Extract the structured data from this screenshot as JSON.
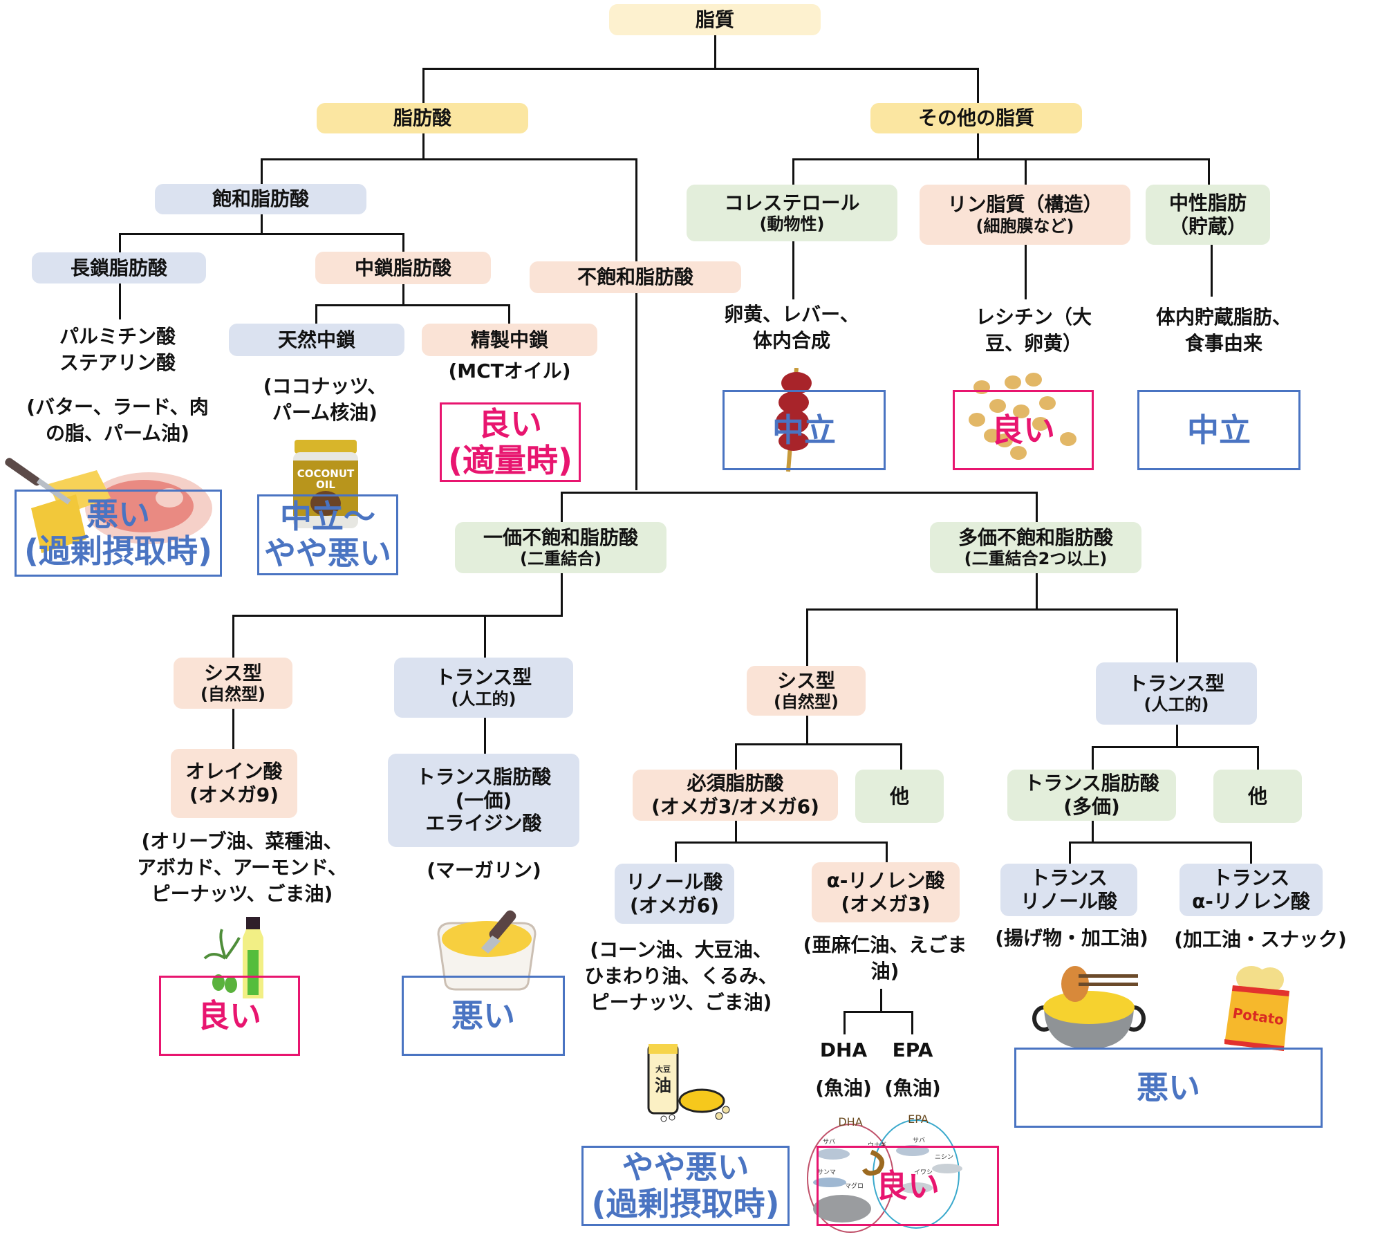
{
  "title": "脂質",
  "level1": {
    "fatty_acids": "脂肪酸",
    "other_lipids": "その他の脂質"
  },
  "saturated": {
    "label": "飽和脂肪酸",
    "long_chain": {
      "label": "長鎖脂肪酸",
      "examples": "パルミチン酸\nステアリン酸",
      "sources": "(バター、ラード、肉\nの脂、パーム油)",
      "verdict": [
        "悪い",
        "(過剰摂取時)"
      ],
      "verdict_type": "bad",
      "illustration": "butter-and-meat-icon"
    },
    "medium_chain": {
      "label": "中鎖脂肪酸",
      "natural": {
        "label": "天然中鎖",
        "sources": "(ココナッツ、\nパーム核油)",
        "verdict": [
          "中立～",
          "やや悪い"
        ],
        "verdict_type": "bad",
        "illustration": "coconut-oil-jar-icon",
        "jar_text": [
          "COCONUT",
          "OIL"
        ]
      },
      "refined": {
        "label": "精製中鎖",
        "sources": "(MCTオイル)",
        "verdict": [
          "良い",
          "(適量時)"
        ],
        "verdict_type": "good"
      }
    }
  },
  "unsaturated": {
    "label": "不飽和脂肪酸",
    "mono": {
      "label": "一価不飽和脂肪酸",
      "sub": "(二重結合)",
      "cis": {
        "label": "シス型",
        "sub": "(自然型)",
        "child": {
          "label": "オレイン酸",
          "sub": "(オメガ9)"
        },
        "sources": "(オリーブ油、菜種油、\nアボカド、アーモンド、\nピーナッツ、ごま油)",
        "verdict": [
          "良い"
        ],
        "verdict_type": "good",
        "illustration": "olive-oil-bottle-icon"
      },
      "trans": {
        "label": "トランス型",
        "sub": "(人工的)",
        "child": {
          "lines": [
            "トランス脂肪酸",
            "(一価)",
            "エライジン酸"
          ]
        },
        "sources": "(マーガリン)",
        "verdict": [
          "悪い"
        ],
        "verdict_type": "bad",
        "illustration": "margarine-tub-icon"
      }
    },
    "poly": {
      "label": "多価不飽和脂肪酸",
      "sub": "(二重結合2つ以上)",
      "cis": {
        "label": "シス型",
        "sub": "(自然型)",
        "essential": {
          "label": "必須脂肪酸",
          "sub": "(オメガ3/オメガ6)"
        },
        "other": "他",
        "linoleic": {
          "label": "リノール酸",
          "sub": "(オメガ6)",
          "sources": "(コーン油、大豆油、\nひまわり油、くるみ、\nピーナッツ、ごま油)",
          "verdict": [
            "やや悪い",
            "(過剰摂取時)"
          ],
          "verdict_type": "bad",
          "illustration": "soybean-oil-bottle-icon",
          "bottle_text": [
            "大豆",
            "油"
          ]
        },
        "alpha_linolenic": {
          "label": "α-リノレン酸",
          "sub": "(オメガ3)",
          "sources": "(亜麻仁油、えごま\n油)",
          "dha": {
            "label": "DHA",
            "sub": "(魚油)"
          },
          "epa": {
            "label": "EPA",
            "sub": "(魚油)"
          },
          "verdict": [
            "良い"
          ],
          "verdict_type": "good",
          "illustration": "dha-epa-fish-venn-icon",
          "venn": {
            "left_title": "DHA",
            "right_title": "EPA",
            "left_fish": [
              "サバ",
              "ウナギ",
              "サンマ",
              "マグロ"
            ],
            "right_fish": [
              "サバ",
              "ニシン",
              "イワシ"
            ]
          }
        }
      },
      "trans": {
        "label": "トランス型",
        "sub": "(人工的)",
        "trans_fatty": {
          "label": "トランス脂肪酸",
          "sub": "(多価)"
        },
        "other": "他",
        "trans_linoleic": {
          "lines": [
            "トランス",
            "リノール酸"
          ],
          "sources": "(揚げ物・加工油)",
          "illustration": "deep-fryer-icon"
        },
        "trans_alpha": {
          "lines": [
            "トランス",
            "α-リノレン酸"
          ],
          "sources": "(加工油・スナック)",
          "illustration": "potato-chips-bag-icon",
          "bag_text": "Potato"
        },
        "verdict": [
          "悪い"
        ],
        "verdict_type": "bad"
      }
    }
  },
  "other_lipids": {
    "cholesterol": {
      "label": "コレステロール",
      "sub": "(動物性)",
      "sources": "卵黄、レバー、\n体内合成",
      "verdict": [
        "中立"
      ],
      "verdict_type": "bad",
      "illustration": "liver-skewer-icon"
    },
    "phospholipid": {
      "label": "リン脂質（構造）",
      "sub": "(細胞膜など)",
      "sources": "レシチン（大\n豆、卵黄）",
      "verdict": [
        "良い"
      ],
      "verdict_type": "good",
      "illustration": "soybeans-icon"
    },
    "neutral_fat": {
      "label": "中性脂肪",
      "sub": "（貯蔵）",
      "sources": "体内貯蔵脂肪、\n食事由来",
      "verdict": [
        "中立"
      ],
      "verdict_type": "bad"
    }
  },
  "colors": {
    "good": "#e8156f",
    "bad_neutral": "#4a74c2",
    "node_yellow": "#fbe6a1",
    "node_blue": "#dbe2f0",
    "node_peach": "#fae3d6",
    "node_green": "#e3eedb"
  }
}
